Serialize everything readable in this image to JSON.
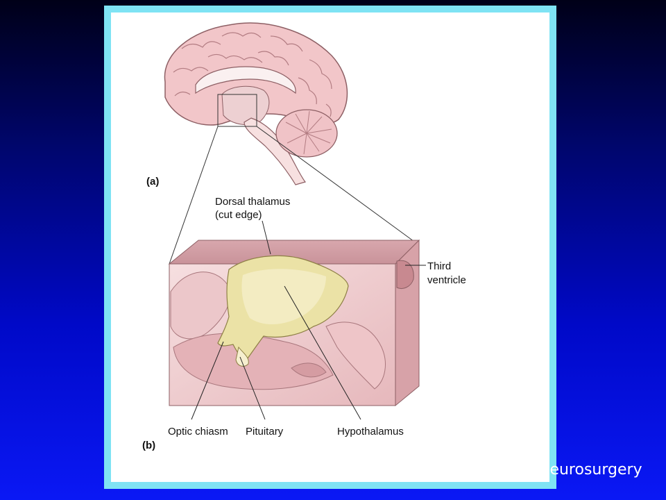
{
  "panel_a_label": "(a)",
  "panel_b_label": "(b)",
  "labels": {
    "dorsal_thalamus_line1": "Dorsal thalamus",
    "dorsal_thalamus_line2": "(cut edge)",
    "third_ventricle_line1": "Third",
    "third_ventricle_line2": "ventricle",
    "optic_chiasm": "Optic chiasm",
    "pituitary": "Pituitary",
    "hypothalamus": "Hypothalamus"
  },
  "watermark": "Neurosurgery",
  "colors": {
    "frame": "#7fe3f4",
    "brain": "#f2c6c9",
    "brain_outline": "#8d5f64",
    "hypothalamus": "#ebe2a6"
  }
}
